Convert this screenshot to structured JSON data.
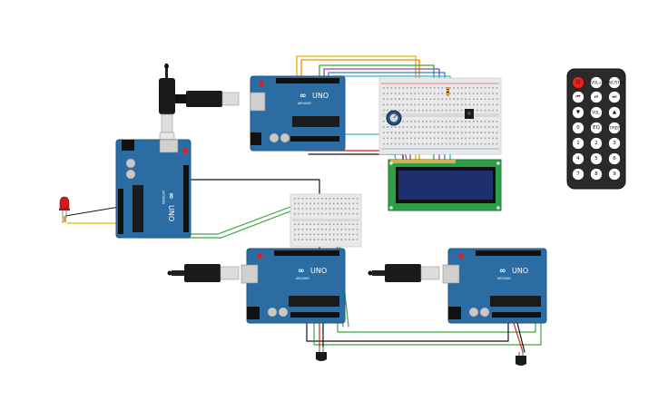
{
  "boards": [
    {
      "id": "uno-top",
      "model": "UNO",
      "brand": "ARDUINO"
    },
    {
      "id": "uno-left",
      "model": "UNO",
      "brand": "ARDUINO"
    },
    {
      "id": "uno-bottom-center",
      "model": "UNO",
      "brand": "ARDUINO"
    },
    {
      "id": "uno-bottom-right",
      "model": "UNO",
      "brand": "ARDUINO"
    }
  ],
  "lcd": {
    "type": "16x2 LCD",
    "text": ""
  },
  "remote": {
    "buttons": [
      {
        "label": "",
        "icon": "power-icon",
        "color": "#e8231b"
      },
      {
        "label": "VOL+",
        "icon": ""
      },
      {
        "label": "FUNC/STOP",
        "icon": ""
      },
      {
        "label": "",
        "icon": "rewind-icon"
      },
      {
        "label": "",
        "icon": "play-pause-icon"
      },
      {
        "label": "",
        "icon": "fast-forward-icon"
      },
      {
        "label": "",
        "icon": "down-arrow-icon"
      },
      {
        "label": "VOL-",
        "icon": ""
      },
      {
        "label": "",
        "icon": "up-arrow-icon"
      },
      {
        "label": "0",
        "icon": ""
      },
      {
        "label": "EQ",
        "icon": ""
      },
      {
        "label": "ST/REPT",
        "icon": ""
      },
      {
        "label": "1",
        "icon": ""
      },
      {
        "label": "2",
        "icon": ""
      },
      {
        "label": "3",
        "icon": ""
      },
      {
        "label": "4",
        "icon": ""
      },
      {
        "label": "5",
        "icon": ""
      },
      {
        "label": "6",
        "icon": ""
      },
      {
        "label": "7",
        "icon": ""
      },
      {
        "label": "8",
        "icon": ""
      },
      {
        "label": "9",
        "icon": ""
      }
    ]
  },
  "colors": {
    "board": "#2b6ca3",
    "board_dark": "#1f5687",
    "breadboard": "#e9e9e9",
    "lcd_pcb": "#2e9e48",
    "lcd_screen": "#1d2f6e",
    "remote_body": "#2a2a2a",
    "wire_green": "#3aa63a",
    "wire_black": "#111111",
    "wire_red": "#d42020",
    "wire_yellow": "#e0b400",
    "wire_orange": "#f08c00",
    "wire_purple": "#8a3fd1",
    "wire_blue": "#2f7fd8",
    "wire_teal": "#3cb4b4"
  }
}
